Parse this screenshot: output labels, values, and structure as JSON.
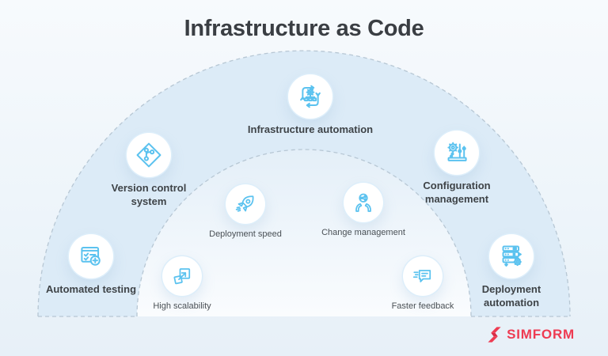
{
  "title": "Infrastructure as Code",
  "diagram": {
    "outer_ring_items": {
      "infrastructure_automation": {
        "label": "Infrastructure automation",
        "icon": "automation-cycle-icon"
      },
      "version_control": {
        "label": "Version control system",
        "icon": "git-branch-diamond-icon"
      },
      "configuration_management": {
        "label": "Configuration management",
        "icon": "gear-sliders-icon"
      },
      "automated_testing": {
        "label": "Automated testing",
        "icon": "checklist-plus-icon"
      },
      "deployment_automation": {
        "label": "Deployment automation",
        "icon": "server-stack-gear-icon"
      }
    },
    "inner_ring_items": {
      "deployment_speed": {
        "label": "Deployment speed",
        "icon": "rocket-icon"
      },
      "change_management": {
        "label": "Change management",
        "icon": "hands-share-icon"
      },
      "high_scalability": {
        "label": "High scalability",
        "icon": "scaling-squares-icon"
      },
      "faster_feedback": {
        "label": "Faster feedback",
        "icon": "speech-bubble-speed-icon"
      }
    }
  },
  "branding": {
    "logo_text": "SIMFORM"
  },
  "colors": {
    "icon_stroke": "#5bc2ef",
    "outer_band_fill": "#dcebf7",
    "inner_disc_top": "#e4eff8",
    "inner_disc_bottom": "#fafcfe",
    "dashed_border": "#b7c7d4",
    "title_text": "#3a3e43",
    "brand_red": "#ee3b52"
  }
}
